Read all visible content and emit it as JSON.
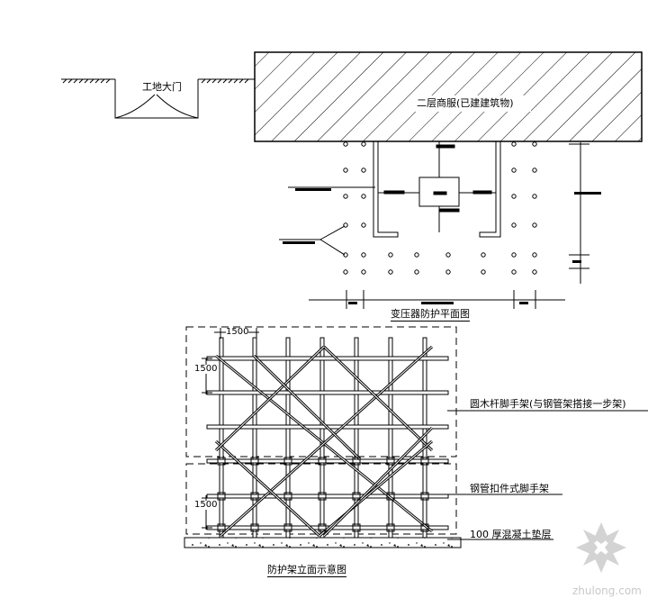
{
  "labels": {
    "site_gate": "工地大门",
    "building": "二层商服(已建建筑物)",
    "plan_title": "变压器防护平面图",
    "dim_1500_h": "1500",
    "dim_1500_v_top": "1500",
    "dim_1500_v_bottom": "1500",
    "wood_scaffold": "圆木杆脚手架(与钢管架搭接一步架)",
    "steel_scaffold": "钢管扣件式脚手架",
    "concrete_pad": "100 厚混凝土垫层",
    "elevation_title": "防护架立面示意图"
  },
  "watermark": {
    "text": "zhulong.com",
    "logo": "zhulong-logo-icon"
  },
  "colors": {
    "line": "#000000",
    "hatch": "#000000",
    "watermark": "#cccccc"
  }
}
